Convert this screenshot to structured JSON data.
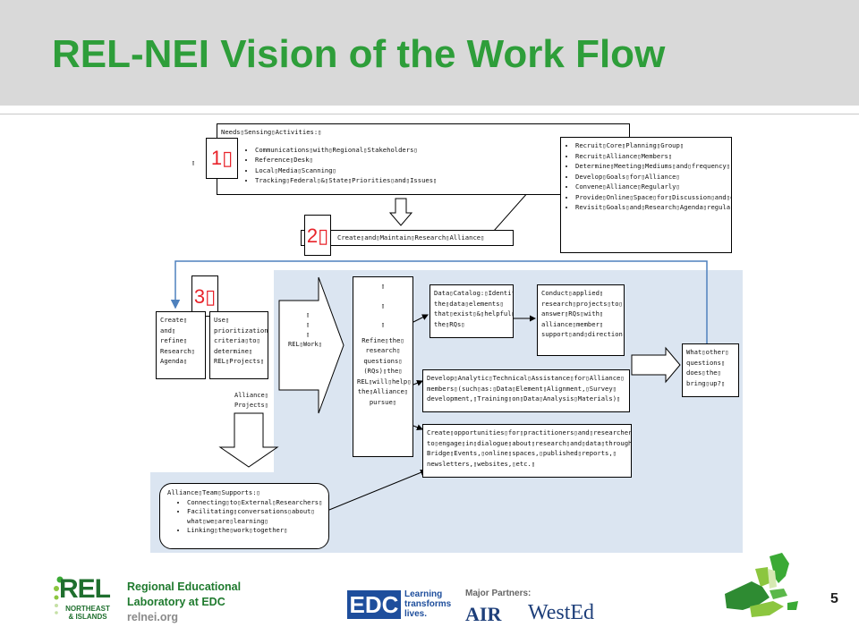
{
  "slide": {
    "title": "REL-NEI Vision of the Work Flow",
    "page_number": "5"
  },
  "diagram": {
    "needs_sensing": {
      "heading": "Needs▯Sensing▯Activities:▯",
      "items": [
        "Communications▯with▯Regional▯Stakeholders▯",
        "Reference▯Desk▯",
        "Local▯Media▯Scanning▯",
        "Tracking▯Federal▯&▯State▯Priorities▯and▯Issues▯"
      ]
    },
    "recruit_list": [
      "Recruit▯Core▯Planning▯Group▯",
      "Recruit▯Alliance▯Members▯",
      "Determine▯Meeting▯Mediums▯and▯frequency▯",
      "Develop▯Goals▯for▯Alliance▯",
      "Convene▯Alliance▯Regularly▯",
      "Provide▯Online▯Space▯for▯Discussion▯and▯documents▯",
      "Revisit▯Goals▯and▯Research▯Agenda▯regularly▯"
    ],
    "step_numbers": [
      "1▯",
      "2▯",
      "3▯"
    ],
    "create_alliance": "Create▯and▯Maintain▯Research▯Alliance▯",
    "create_agenda": "Create▯ and▯ refine▯ Research▯ Agenda▯",
    "use_criteria": "Use▯ prioritization▯ criteria▯to▯ determine▯ REL▯Projects▯",
    "alliance_projects": "Alliance▯ Projects▯",
    "rel_work": "REL▯Work▯",
    "refine_questions": "Refine▯the▯ research▯ questions▯ (RQs)▯the▯ REL▯will▯help▯ the▯Alliance▯ pursue▯",
    "data_catalog": "Data▯Catalog:▯Identify▯ the▯data▯elements▯ that▯exist▯&▯helpful▯to▯ the▯RQs▯",
    "applied_research": "Conduct▯applied▯ research▯projects▯to▯ answer▯RQs▯with▯ alliance▯member▯ support▯and▯direction▯",
    "technical_assistance": "Develop▯Analytic▯Technical▯Assistance▯for▯Alliance▯ members▯(such▯as:▯Data▯Element▯Alignment,▯Survey▯ development,▯Training▯on▯Data▯Analysis▯Materials)▯",
    "opportunities": "Create▯opportunities▯for▯practitioners▯and▯researchers▯ to▯engage▯in▯dialogue▯about▯research▯and▯data▯through▯ Bridge▯Events,▯online▯spaces,▯published▯reports,▯ newsletters,▯websites,▯etc.▯",
    "what_other": "What▯other▯ questions▯ does▯the▯ bring▯up?▯",
    "team_supports": {
      "heading": "Alliance▯Team▯Supports:▯",
      "items": [
        "Connecting▯to▯External▯Researchers▯",
        "Facilitating▯conversations▯about▯ what▯we▯are▯learning▯",
        "Linking▯the▯work▯together▯"
      ]
    },
    "placeholder_glyph": "▯"
  },
  "footer": {
    "org_line1": "Regional Educational",
    "org_line2": "Laboratory at EDC",
    "url": "relnei.org",
    "rel_logo_word": "REL",
    "rel_logo_sub": "NORTHEAST & ISLANDS",
    "edc_logo": "EDC",
    "edc_tagline": "Learning transforms lives.",
    "partners_label": "Major Partners:",
    "partner_air": "AIR",
    "partner_wested": "WestEd"
  },
  "colors": {
    "title_green": "#2e9e3a",
    "step_red": "#e8232a",
    "panel_blue": "#dbe5f1",
    "connector_blue": "#4f81bd",
    "edc_blue": "#1e4e9c"
  }
}
